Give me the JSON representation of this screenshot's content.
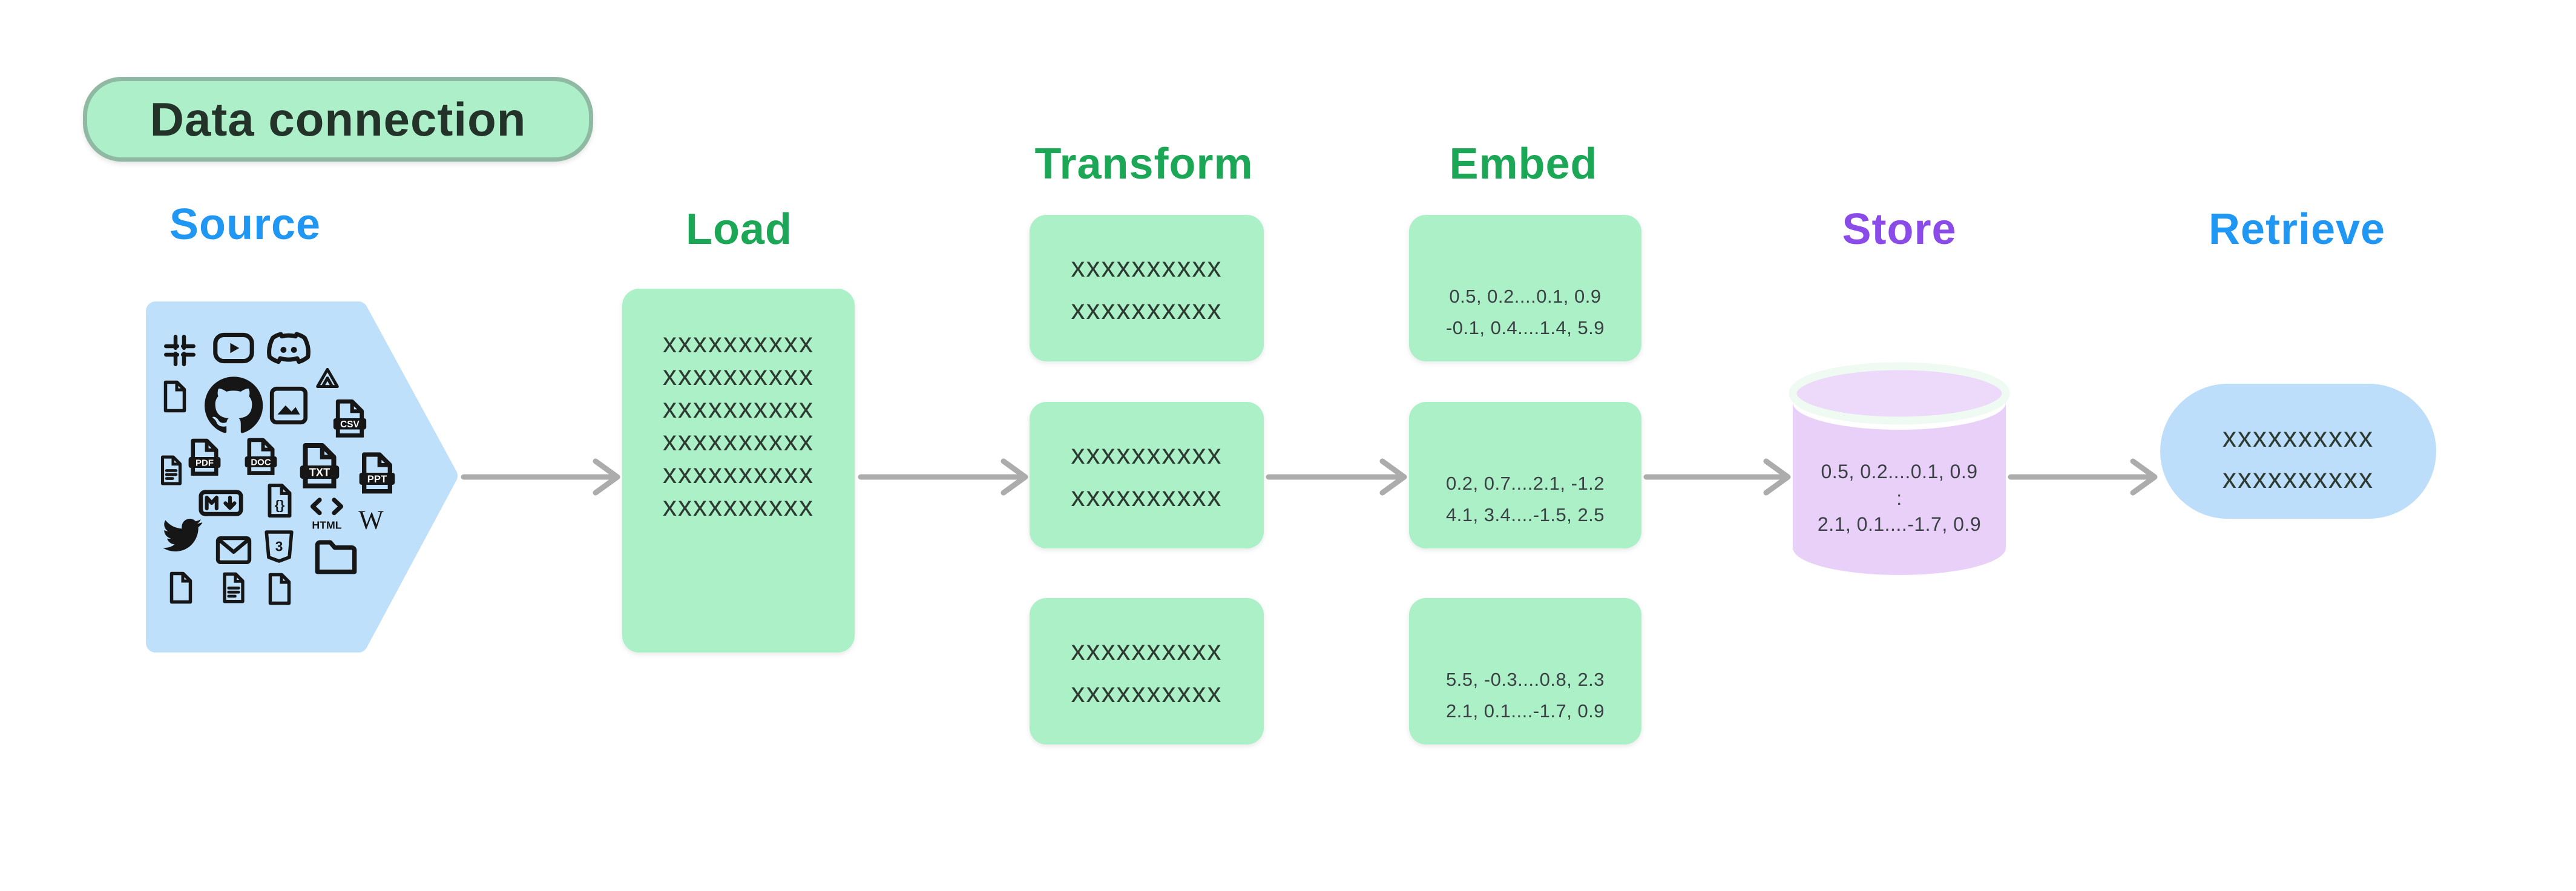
{
  "badge": {
    "label": "Data connection",
    "background": "#ADEFC9",
    "border_color": "#8FB9A2",
    "text_color": "#23332A"
  },
  "panel": {
    "background": "#EEFAF2",
    "border_color": "#A9E7C1"
  },
  "arrow_color": "#ACACAC",
  "columns": {
    "source": {
      "title": "Source",
      "title_color": "#1F97F3",
      "shape_color": "#BFE0FA",
      "icons": [
        "slack-icon",
        "youtube-icon",
        "discord-icon",
        "file-icon",
        "github-icon",
        "image-icon",
        "google-drive-icon",
        "csv-file-icon",
        "document-lines-icon",
        "pdf-file-icon",
        "doc-file-icon",
        "txt-file-icon",
        "ppt-file-icon",
        "markdown-icon",
        "code-file-icon",
        "html-icon",
        "wikipedia-icon",
        "twitter-icon",
        "email-icon",
        "css3-icon",
        "folder-icon",
        "file-icon",
        "document-lines-icon",
        "file-icon"
      ]
    },
    "load": {
      "title": "Load",
      "title_color": "#1CA757",
      "box_color": "#ABF0C7",
      "box_lines": [
        "xxxxxxxxxx",
        "xxxxxxxxxx",
        "xxxxxxxxxx",
        "xxxxxxxxxx",
        "xxxxxxxxxx",
        "xxxxxxxxxx"
      ]
    },
    "transform": {
      "title": "Transform",
      "title_color": "#1CA757",
      "box_color": "#ABF0C7",
      "boxes": [
        {
          "lines": [
            "xxxxxxxxxx",
            "xxxxxxxxxx"
          ]
        },
        {
          "lines": [
            "xxxxxxxxxx",
            "xxxxxxxxxx"
          ]
        },
        {
          "lines": [
            "xxxxxxxxxx",
            "xxxxxxxxxx"
          ]
        }
      ]
    },
    "embed": {
      "title": "Embed",
      "title_color": "#1CA757",
      "box_color": "#ABF0C7",
      "boxes": [
        {
          "lines": [
            "0.5, 0.2....0.1, 0.9",
            "-0.1, 0.4....1.4, 5.9"
          ]
        },
        {
          "lines": [
            "0.2, 0.7....2.1, -1.2",
            "4.1, 3.4....-1.5, 2.5"
          ]
        },
        {
          "lines": [
            "5.5, -0.3....0.8, 2.3",
            "2.1, 0.1....-1.7, 0.9"
          ]
        }
      ]
    },
    "store": {
      "title": "Store",
      "title_color": "#8A4BE9",
      "cylinder_color": "#E8D0F9",
      "lines": [
        "0.5, 0.2....0.1, 0.9",
        ":",
        "2.1, 0.1....-1.7, 0.9"
      ]
    },
    "retrieve": {
      "title": "Retrieve",
      "title_color": "#1F97F3",
      "box_color": "#BCDEFA",
      "box_lines": [
        "xxxxxxxxxx",
        "xxxxxxxxxx"
      ]
    }
  }
}
